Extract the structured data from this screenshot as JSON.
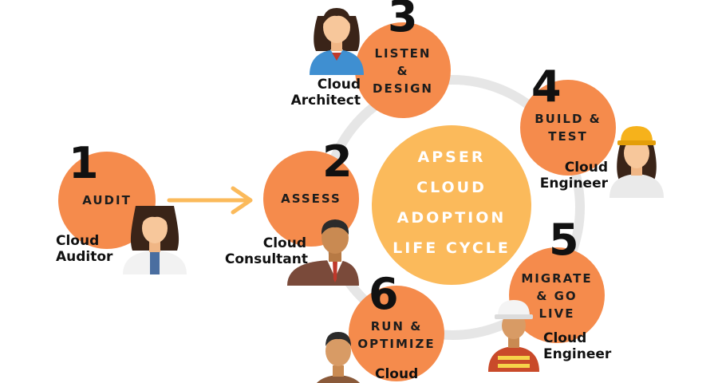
{
  "center": {
    "lines": [
      "APSER",
      "CLOUD",
      "ADOPTION",
      "LIFE CYCLE"
    ]
  },
  "steps": [
    {
      "number": "1",
      "lines": [
        "AUDIT"
      ],
      "role": [
        "Cloud",
        "Auditor"
      ]
    },
    {
      "number": "2",
      "lines": [
        "ASSESS"
      ],
      "role": [
        "Cloud",
        "Consultant"
      ]
    },
    {
      "number": "3",
      "lines": [
        "LISTEN",
        "&",
        "DESIGN"
      ],
      "role": [
        "Cloud",
        "Architect"
      ]
    },
    {
      "number": "4",
      "lines": [
        "BUILD &",
        "TEST"
      ],
      "role": [
        "Cloud",
        "Engineer"
      ]
    },
    {
      "number": "5",
      "lines": [
        "MIGRATE",
        "& GO",
        "LIVE"
      ],
      "role": [
        "Cloud",
        "Engineer"
      ]
    },
    {
      "number": "6",
      "lines": [
        "RUN &",
        "OPTIMIZE"
      ],
      "role": [
        "Cloud"
      ]
    }
  ],
  "colors": {
    "step_circle": "#F58B4C",
    "center_circle": "#FBBA5B",
    "ring": "#E6E6E6",
    "arrow": "#FBBA5B"
  }
}
